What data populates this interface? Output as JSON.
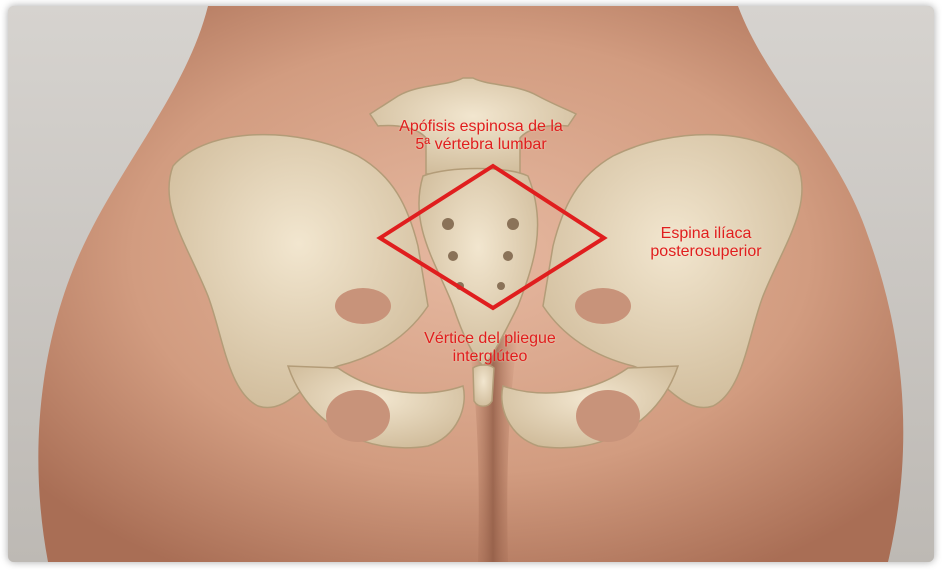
{
  "labels": {
    "apofisis": {
      "line1": "Apófisis espinosa de la",
      "line2": "5ª vértebra lumbar"
    },
    "espina": {
      "line1": "Espina ilíaca",
      "line2": "posterosuperior"
    },
    "vertice": {
      "line1": "Vértice del pliegue",
      "line2": "interglúteo"
    }
  },
  "colors": {
    "marker": "#e01e1e",
    "skin": "#d9a88c",
    "bone": "#e8d9bd",
    "background": "#c9c6c2"
  }
}
